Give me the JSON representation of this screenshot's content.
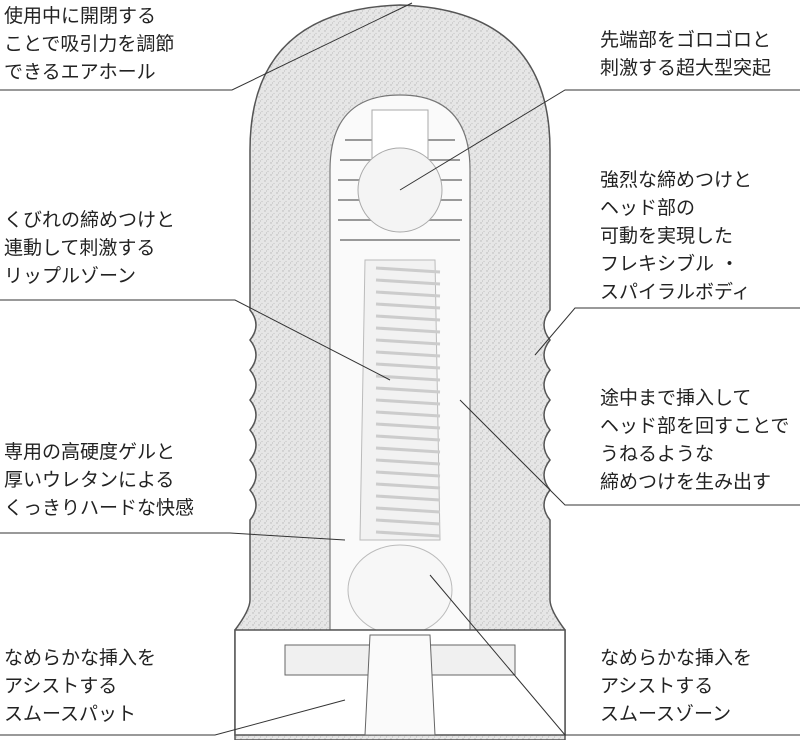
{
  "annotations": {
    "air_hole": [
      "使用中に開閉する",
      "ことで吸引力を調節",
      "できるエアホール"
    ],
    "tip": [
      "先端部をゴロゴロと",
      "刺激する超大型突起"
    ],
    "ripple": [
      "くびれの締めつけと",
      "連動して刺激する",
      "リップルゾーン"
    ],
    "spiral": [
      "強烈な締めつけと",
      "ヘッド部の",
      "可動を実現した",
      "フレキシブル ・",
      "スパイラルボディ"
    ],
    "twist": [
      "途中まで挿入して",
      "ヘッド部を回すことで",
      "うねるような",
      "締めつけを生み出す"
    ],
    "gel": [
      "専用の高硬度ゲルと",
      "厚いウレタンによる",
      "くっきりハードな快感"
    ],
    "smooth_pad": [
      "なめらかな挿入を",
      "アシストする",
      "スムースパット"
    ],
    "smooth_zone": [
      "なめらかな挿入を",
      "アシストする",
      "スムースゾーン"
    ]
  }
}
